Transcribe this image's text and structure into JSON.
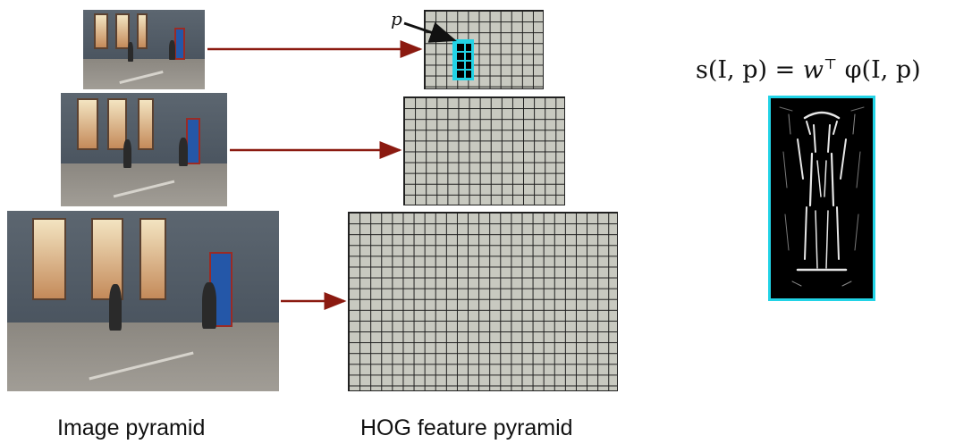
{
  "labels": {
    "image_pyramid": "Image pyramid",
    "hog_pyramid": "HOG feature pyramid",
    "p": "p"
  },
  "formula": {
    "lhs": "s(I, p)",
    "equals": "=",
    "rhs_w": "w",
    "rhs_sup": "⊤",
    "rhs_phi": "φ(I, p)"
  },
  "colors": {
    "arrow": "#8b1a10",
    "highlight": "#22d3e6",
    "grid_fill": "#c8c9c0"
  },
  "icons": {
    "scale_small": "street-photo",
    "scale_medium": "street-photo",
    "scale_large": "street-photo",
    "template": "hog-template"
  }
}
